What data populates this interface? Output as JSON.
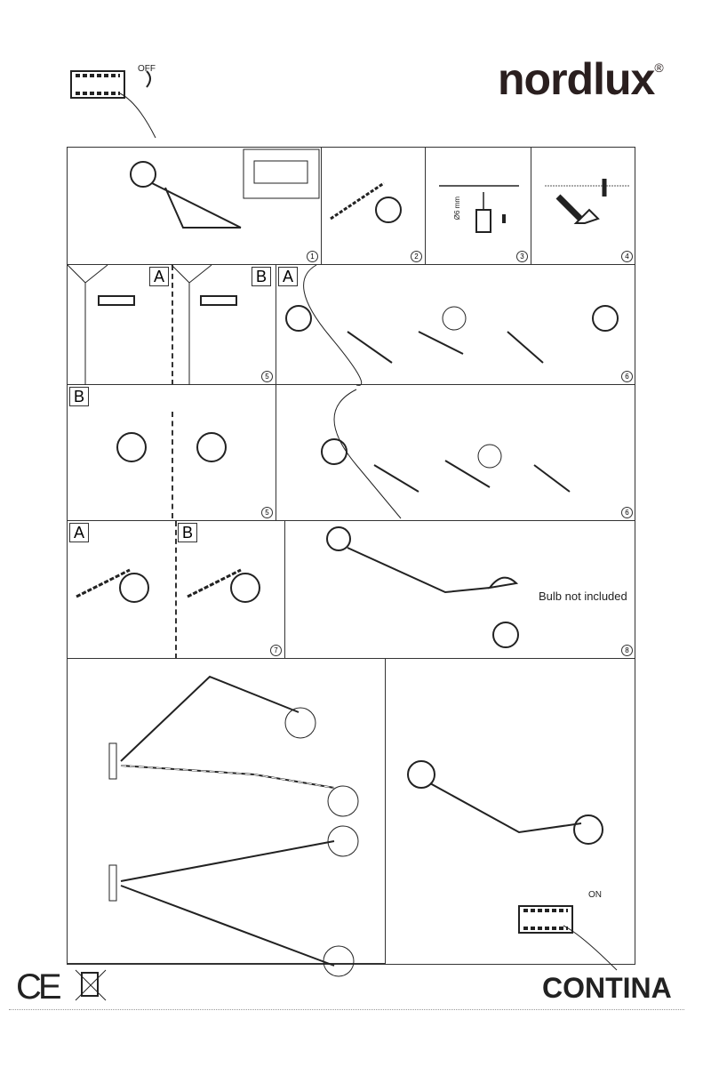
{
  "brand": {
    "name": "nordlux",
    "registered": "®"
  },
  "product": {
    "name": "CONTINA"
  },
  "switch": {
    "off_label": "OFF",
    "on_label": "ON"
  },
  "steps": {
    "s1": "1",
    "s2": "2",
    "s3": "3",
    "s4": "4",
    "s5": "5",
    "s6": "6",
    "s7": "7",
    "s8": "8",
    "label_a": "A",
    "label_b": "B",
    "drill_size": "Ø6 mm",
    "bulb_note": "Bulb not included"
  },
  "certifications": {
    "ce": "CE",
    "weee": "crossed-bin-icon"
  }
}
